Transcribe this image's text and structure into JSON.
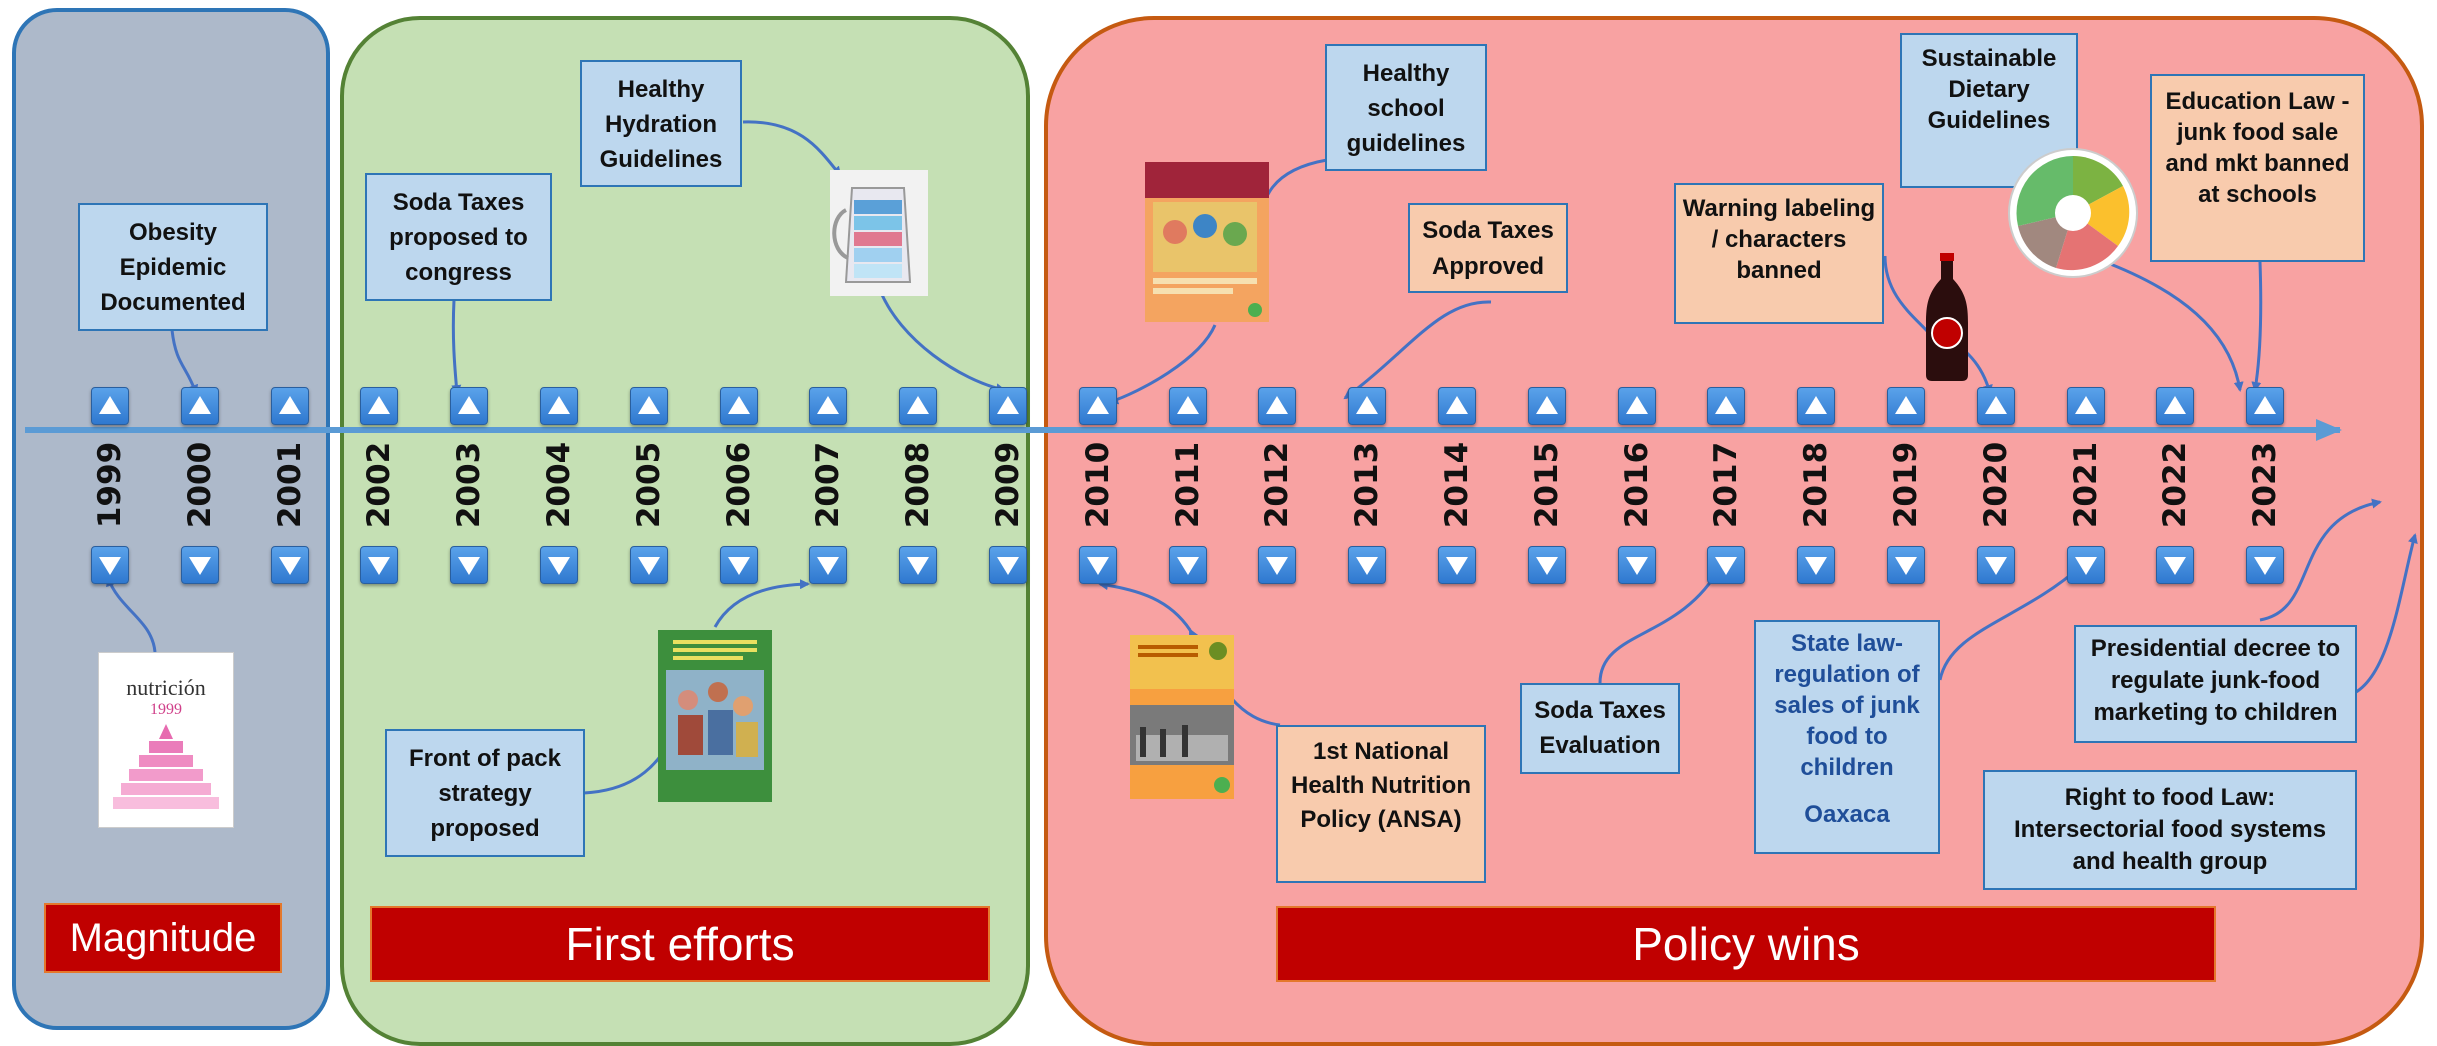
{
  "years": [
    "1999",
    "2000",
    "2001",
    "2002",
    "2003",
    "2004",
    "2005",
    "2006",
    "2007",
    "2008",
    "2009",
    "2010",
    "2011",
    "2012",
    "2013",
    "2014",
    "2015",
    "2016",
    "2017",
    "2018",
    "2019",
    "2020",
    "2021",
    "2022",
    "2023"
  ],
  "phases": {
    "magnitude": "Magnitude",
    "first_efforts": "First efforts",
    "policy_wins": "Policy wins"
  },
  "events": {
    "obesity": "Obesity Epidemic Documented",
    "soda_proposed": "Soda Taxes proposed to congress",
    "hydration": "Healthy Hydration Guidelines",
    "front_pack": "Front of pack strategy proposed",
    "school": "Healthy school guidelines",
    "soda_approved": "Soda Taxes Approved",
    "warning": "Warning labeling / characters banned",
    "sustainable": "Sustainable Dietary Guidelines",
    "education_law": "Education Law - junk food sale and mkt banned at schools",
    "ansa": "1st National Health Nutrition Policy (ANSA)",
    "soda_eval": "Soda Taxes Evaluation",
    "state_law": "State law- regulation of sales of junk food to children",
    "state_law_place": "Oaxaca",
    "presidential": "Presidential decree to regulate junk-food marketing to children",
    "right_food": "Right to food Law: Intersectorial food systems and health group"
  },
  "images": {
    "nutricion_title": "nutrición",
    "nutricion_year": "1999"
  },
  "colors": {
    "timeline": "#5b9bd5",
    "arrow": "#4472c4",
    "phase_bg": "#c00000",
    "box_blue": "#bdd7ee",
    "box_peach": "#f8cbad"
  }
}
